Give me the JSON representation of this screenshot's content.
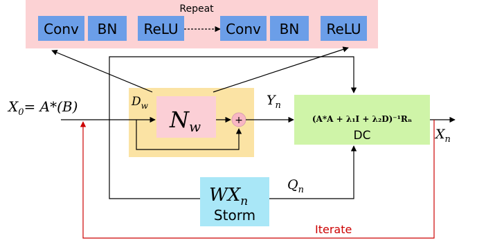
{
  "repeat_block": {
    "label": "Repeat",
    "layers": [
      "Conv",
      "BN",
      "ReLU",
      "Conv",
      "BN",
      "ReLU"
    ]
  },
  "network": {
    "symbol": "N",
    "subscript": "w",
    "input_label_main": "D",
    "input_label_sub": "w",
    "add_symbol": "+"
  },
  "input": {
    "lhs_main": "X",
    "lhs_sub": "0",
    "rhs": "= A*(B)"
  },
  "dc_block": {
    "formula": "(A*A + λ₁I + λ₂D)⁻¹Rₙ",
    "label": "DC"
  },
  "storm_block": {
    "expr_main": "WX",
    "expr_sub": "n",
    "label": "Storm"
  },
  "signals": {
    "y_main": "Y",
    "y_sub": "n",
    "q_main": "Q",
    "q_sub": "n",
    "x_main": "X",
    "x_sub": "n"
  },
  "loop_label": "Iterate",
  "colors": {
    "repeat_bg": "#fcd2d4",
    "layer_fill": "#6b9ee8",
    "network_bg": "#fbe3a4",
    "network_inner": "#fbcfd6",
    "dc_bg": "#cff4a8",
    "storm_bg": "#a9e7f7",
    "iterate": "#cc0000"
  }
}
